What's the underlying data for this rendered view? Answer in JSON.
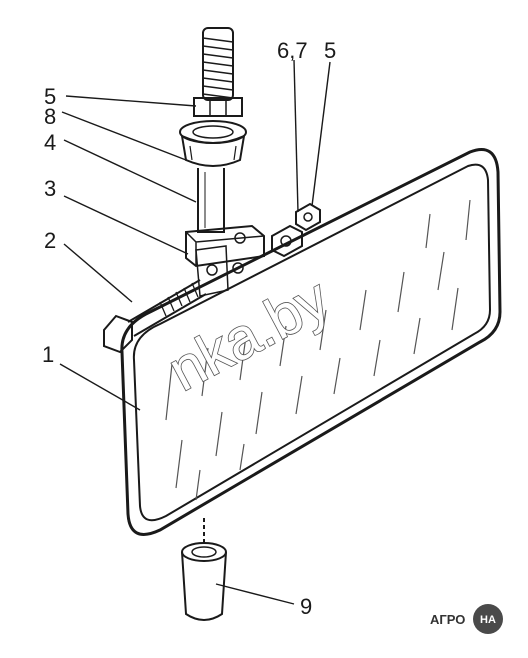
{
  "callouts": {
    "c5_top": "5",
    "c8": "8",
    "c4": "4",
    "c3": "3",
    "c2": "2",
    "c1": "1",
    "c67": "6,7",
    "c5_right": "5",
    "c9": "9"
  },
  "watermark": "nka.by",
  "logo": {
    "prefix": "АГРО",
    "badge": "НА"
  },
  "colors": {
    "ink": "#1a1a1a",
    "paper": "#ffffff"
  }
}
